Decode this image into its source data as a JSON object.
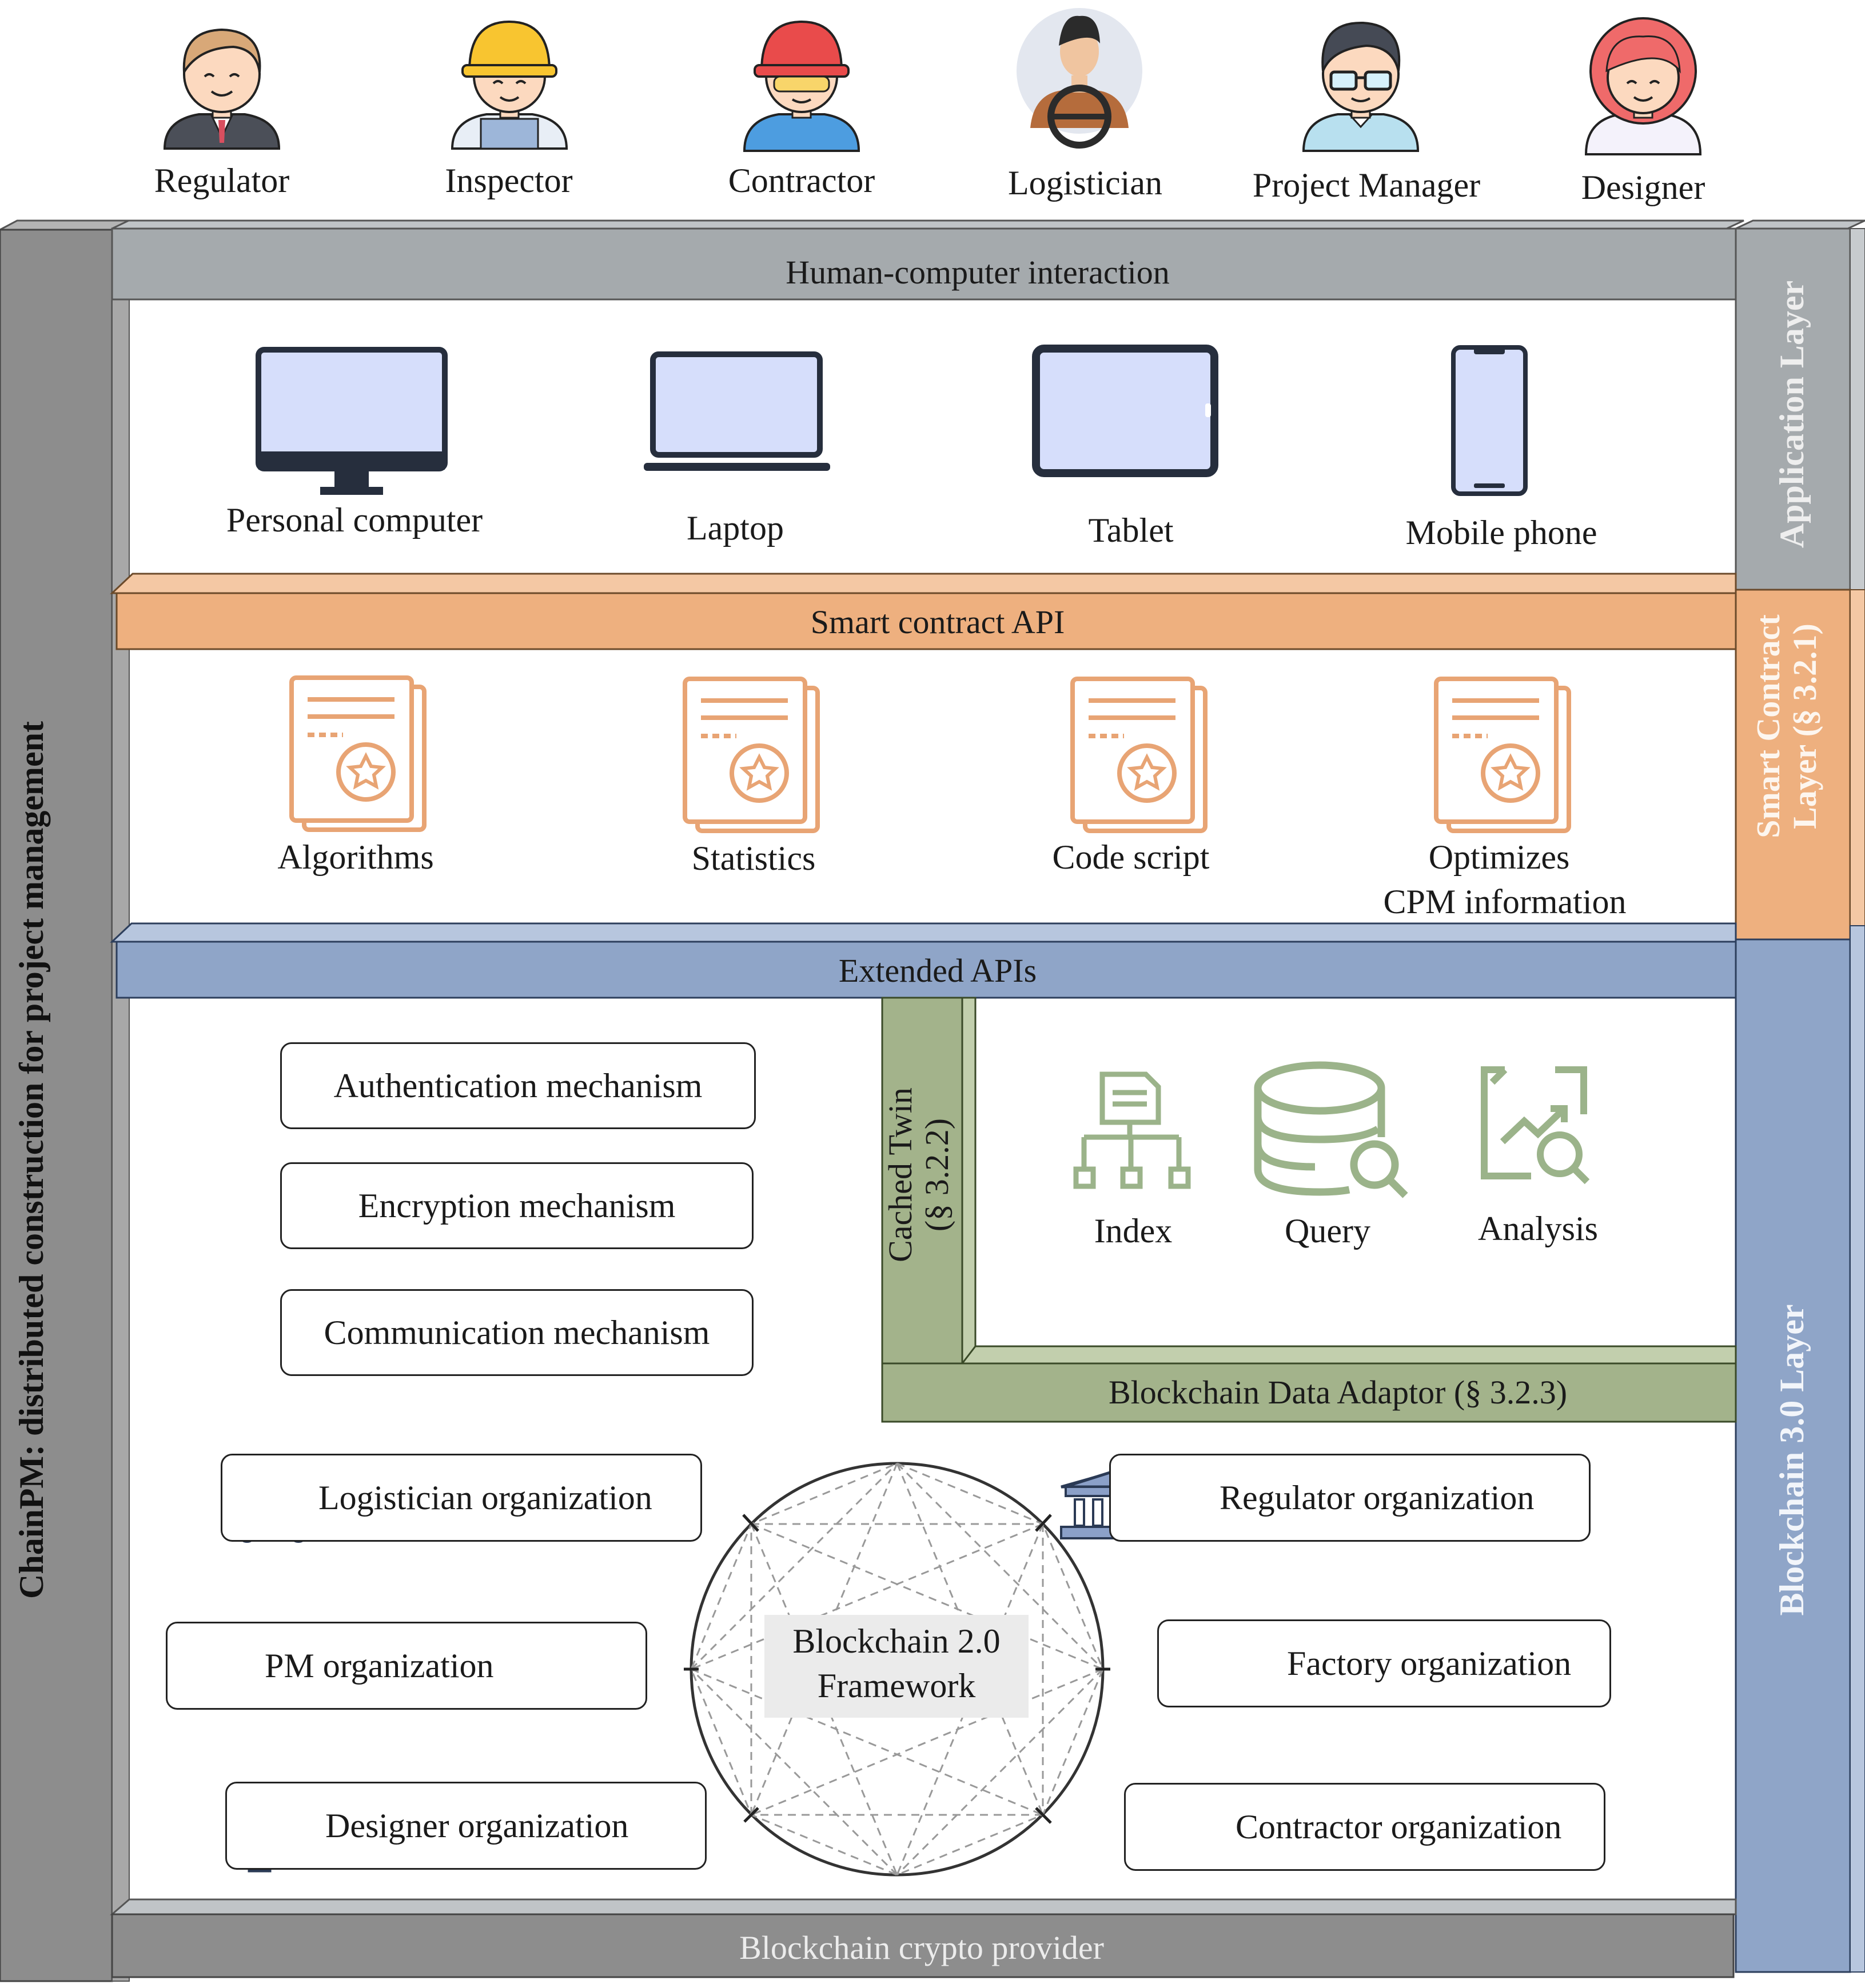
{
  "roles": [
    "Regulator",
    "Inspector",
    "Contractor",
    "Logistician",
    "Project Manager",
    "Designer"
  ],
  "role_icons": [
    "regulator-avatar-icon",
    "inspector-avatar-icon",
    "contractor-avatar-icon",
    "logistician-avatar-icon",
    "project-manager-avatar-icon",
    "designer-avatar-icon"
  ],
  "framework_title": "ChainPM: distributed construction for  project management",
  "application_layer": {
    "label": "Application Layer",
    "bar": "Human-computer interaction",
    "devices": [
      "Personal computer",
      "Laptop",
      "Tablet",
      "Mobile phone"
    ],
    "device_icons": [
      "desktop-monitor-icon",
      "laptop-icon",
      "tablet-icon",
      "mobile-phone-icon"
    ]
  },
  "smart_contract_layer": {
    "label_line1": "Smart  Contract",
    "label_line2": "Layer (§ 3.2.1)",
    "bar": "Smart contract API",
    "items": [
      "Algorithms",
      "Statistics",
      "Code script"
    ],
    "last_item_line1": "Optimizes",
    "last_item_line2": "CPM information",
    "item_icon": "contract-document-icon"
  },
  "blockchain_layer": {
    "label": "Blockchain 3.0 Layer",
    "bar": "Extended APIs",
    "mechanisms": [
      "Authentication mechanism",
      "Encryption mechanism",
      "Communication mechanism"
    ],
    "cached_twin_line1": "Cached Twin",
    "cached_twin_line2": "(§ 3.2.2)",
    "twin_items": [
      "Index",
      "Query",
      "Analysis"
    ],
    "twin_icons": [
      "index-hierarchy-icon",
      "database-query-icon",
      "analysis-chart-icon"
    ],
    "adaptor": "Blockchain Data Adaptor (§ 3.2.3)",
    "framework_line1": "Blockchain 2.0",
    "framework_line2": "Framework",
    "organizations_left": [
      "Logistician organization",
      "PM organization",
      "Designer organization"
    ],
    "organizations_right": [
      "Regulator organization",
      "Factory organization",
      "Contractor organization"
    ],
    "organization_icons": [
      "delivery-truck-icon",
      "bar-chart-icon",
      "color-swatch-icon",
      "bank-building-icon",
      "factory-icon",
      "office-building-icon"
    ]
  },
  "bottom_bar": "Blockchain crypto provider",
  "colors": {
    "gray_bar": "#a5aaad",
    "gray_side": "#8d8d8d",
    "orange_bar": "#eeb07f",
    "blue_bar": "#8fa5c8",
    "green_bar": "#a3b38b",
    "orange_icon": "#e8a474",
    "green_icon": "#9bb38a",
    "screen_fill": "#d6defb",
    "device_dark": "#262e3d"
  }
}
